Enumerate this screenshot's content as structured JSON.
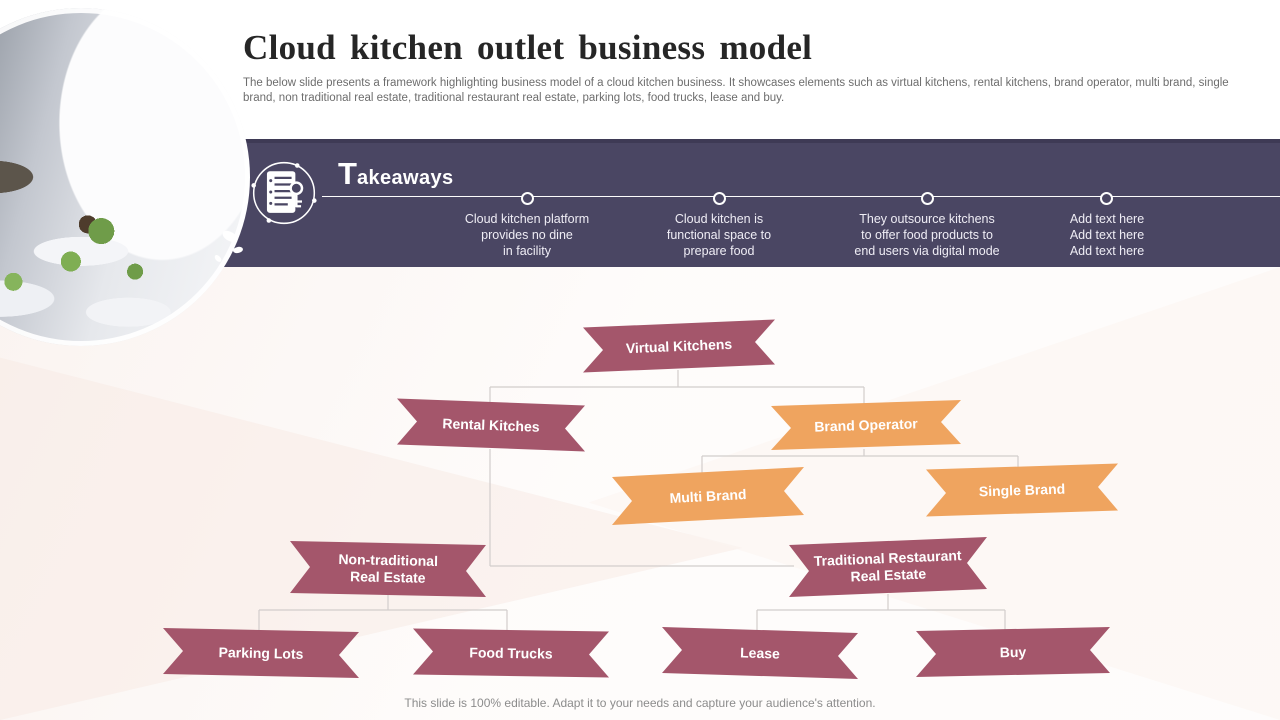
{
  "slide": {
    "title": "Cloud kitchen outlet business model",
    "description": "The below slide presents a framework highlighting business model of a cloud kitchen business. It showcases elements such as virtual kitchens, rental kitchens, brand operator, multi brand, single brand, non traditional real estate, traditional restaurant real estate, parking lots, food trucks, lease and buy.",
    "footer": "This slide is 100% editable. Adapt it to your needs and capture your audience's attention."
  },
  "takeaways": {
    "heading_initial": "T",
    "heading_rest": "akeaways",
    "icon": "notebook-with-key-icon",
    "items": [
      {
        "lines": [
          "Cloud kitchen platform",
          "provides no dine",
          "in facility"
        ]
      },
      {
        "lines": [
          "Cloud kitchen is",
          "functional space to",
          "prepare food"
        ]
      },
      {
        "lines": [
          "They outsource kitchens",
          "to offer food products to",
          "end users via digital mode"
        ]
      },
      {
        "lines": [
          "Add text here",
          "Add text here",
          "Add text here"
        ]
      }
    ]
  },
  "diagram": {
    "nodes": [
      {
        "id": "virtual",
        "label": "Virtual Kitchens",
        "color": "maroon"
      },
      {
        "id": "rental",
        "label": "Rental Kitches",
        "color": "maroon"
      },
      {
        "id": "brand",
        "label": "Brand Operator",
        "color": "orange"
      },
      {
        "id": "multi",
        "label": "Multi Brand",
        "color": "orange"
      },
      {
        "id": "single",
        "label": "Single Brand",
        "color": "orange"
      },
      {
        "id": "nontrad",
        "label": "Non-traditional\nReal Estate",
        "color": "maroon"
      },
      {
        "id": "trad",
        "label": "Traditional Restaurant\nReal Estate",
        "color": "maroon"
      },
      {
        "id": "parking",
        "label": "Parking Lots",
        "color": "maroon"
      },
      {
        "id": "food",
        "label": "Food Trucks",
        "color": "maroon"
      },
      {
        "id": "lease",
        "label": "Lease",
        "color": "maroon"
      },
      {
        "id": "buy",
        "label": "Buy",
        "color": "maroon"
      }
    ],
    "colors": {
      "maroon": "#a4566b",
      "orange": "#efa45f"
    }
  },
  "colors": {
    "bar": "#4a4663",
    "bar_top": "#3e3a55",
    "connector": "#d2cdcc"
  }
}
